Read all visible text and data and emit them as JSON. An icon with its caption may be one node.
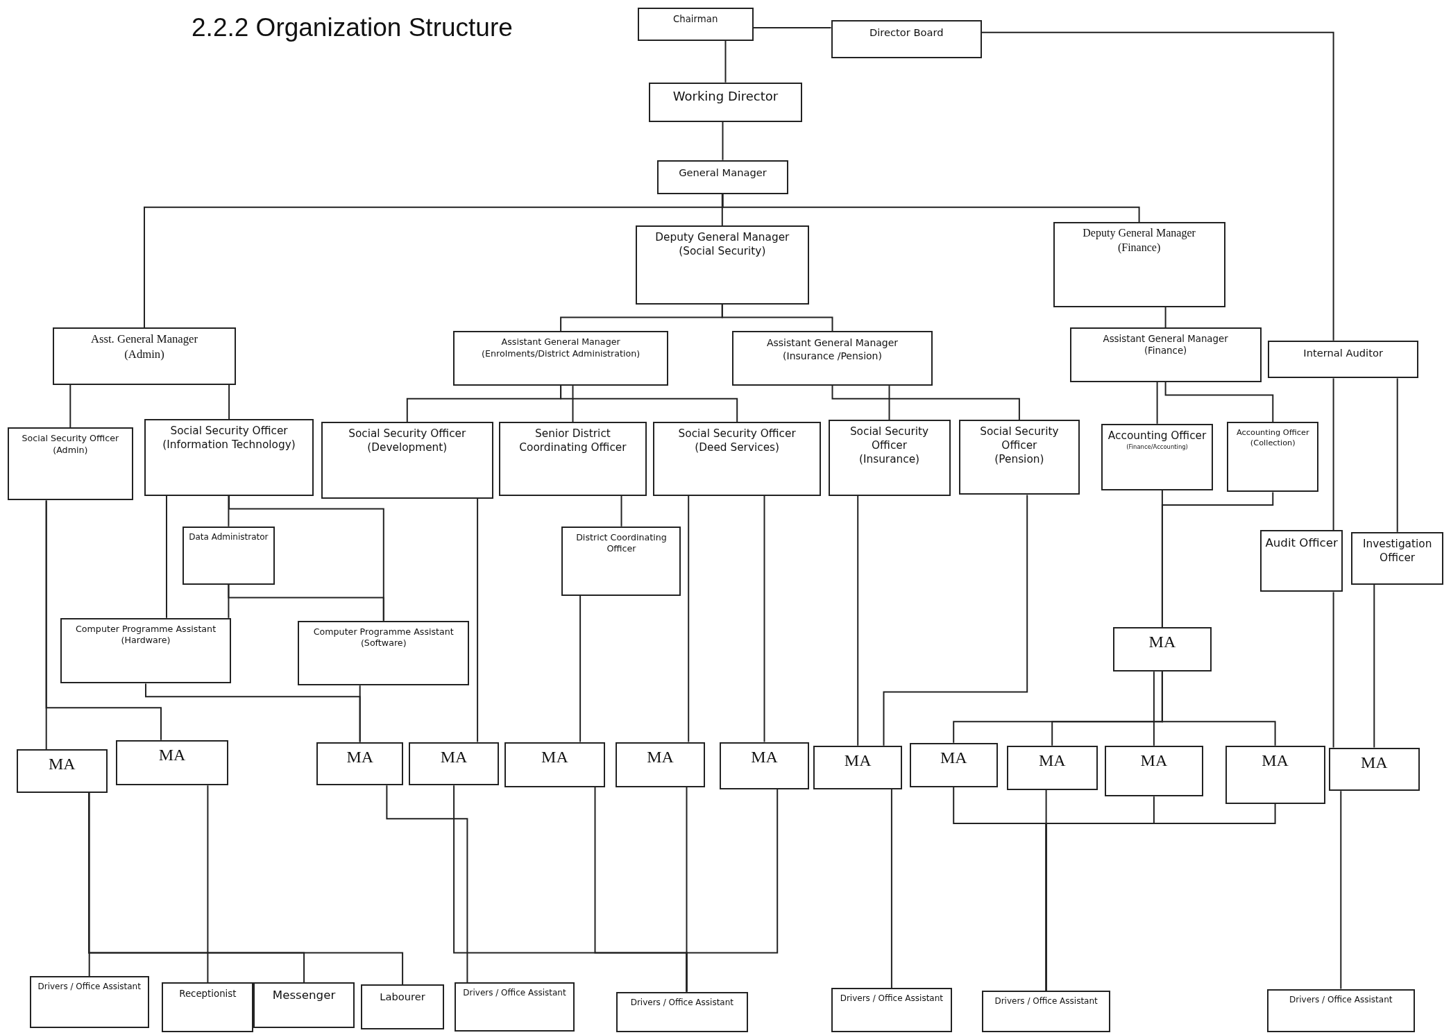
{
  "diagram": {
    "title": "2.2.2  Organization Structure",
    "nodes": [
      {
        "text": [
          "Chairman"
        ]
      },
      {
        "text": [
          "Director Board"
        ]
      },
      {
        "text": [
          "Working Director"
        ]
      },
      {
        "text": [
          "General Manager"
        ]
      },
      {
        "text": [
          "Deputy General Manager",
          "(Social Security)"
        ]
      },
      {
        "text": [
          "Deputy General Manager",
          "(Finance)"
        ]
      },
      {
        "text": [
          "Asst. General Manager",
          "(Admin)"
        ]
      },
      {
        "text": [
          "Assistant General Manager",
          "(Enrolments/District Administration)"
        ]
      },
      {
        "text": [
          "Assistant General Manager",
          "(Insurance /Pension)"
        ]
      },
      {
        "text": [
          "Assistant General Manager",
          "(Finance)"
        ]
      },
      {
        "text": [
          "Internal Auditor"
        ]
      },
      {
        "text": [
          "Social Security Officer",
          "(Admin)"
        ]
      },
      {
        "text": [
          "Social Security Officer",
          "(Information Technology)"
        ]
      },
      {
        "text": [
          "Data Administrator"
        ]
      },
      {
        "text": [
          "Computer Programme Assistant",
          "(Hardware)"
        ]
      },
      {
        "text": [
          "Computer Programme Assistant",
          "(Software)"
        ]
      },
      {
        "text": [
          "Social Security Officer",
          "(Development)"
        ]
      },
      {
        "text": [
          "Senior District Coordinating Officer"
        ]
      },
      {
        "text": [
          "District Coordinating Officer"
        ]
      },
      {
        "text": [
          "Social Security Officer",
          "(Deed Services)"
        ]
      },
      {
        "text": [
          "Social Security Officer",
          "(Insurance)"
        ]
      },
      {
        "text": [
          "Social Security Officer",
          "(Pension)"
        ]
      },
      {
        "text": [
          "Accounting Officer",
          "(Finance/Accounting)"
        ]
      },
      {
        "text": [
          "Accounting Officer",
          "(Collection)"
        ]
      },
      {
        "text": [
          "Audit Officer"
        ]
      },
      {
        "text": [
          "Investigation Officer"
        ]
      },
      {
        "text": [
          "MA"
        ]
      },
      {
        "text": [
          "MA"
        ]
      },
      {
        "text": [
          "MA"
        ]
      },
      {
        "text": [
          "MA"
        ]
      },
      {
        "text": [
          "MA"
        ]
      },
      {
        "text": [
          "MA"
        ]
      },
      {
        "text": [
          "MA"
        ]
      },
      {
        "text": [
          "MA"
        ]
      },
      {
        "text": [
          "MA"
        ]
      },
      {
        "text": [
          "MA"
        ]
      },
      {
        "text": [
          "MA"
        ]
      },
      {
        "text": [
          "MA"
        ]
      },
      {
        "text": [
          "MA"
        ]
      },
      {
        "text": [
          "MA"
        ]
      },
      {
        "text": [
          "Drivers / Office Assistant"
        ]
      },
      {
        "text": [
          "Receptionist"
        ]
      },
      {
        "text": [
          "Messenger"
        ]
      },
      {
        "text": [
          "Labourer"
        ]
      },
      {
        "text": [
          "Drivers / Office Assistant"
        ]
      },
      {
        "text": [
          "Drivers / Office Assistant"
        ]
      },
      {
        "text": [
          "Drivers / Office Assistant"
        ]
      },
      {
        "text": [
          "Drivers / Office Assistant"
        ]
      },
      {
        "text": [
          "Drivers / Office Assistant"
        ]
      }
    ],
    "edges": [
      {
        "from": 0,
        "to": 1,
        "arrow": "none"
      },
      {
        "from": 1,
        "to": 10,
        "arrow": "none"
      },
      {
        "from": 0,
        "to": 2,
        "arrow": "none"
      },
      {
        "from": 2,
        "to": 3,
        "arrow": "none"
      },
      {
        "from": 3,
        "to": 6,
        "arrow": "none"
      },
      {
        "from": 3,
        "to": 4,
        "arrow": "none"
      },
      {
        "from": 3,
        "to": 5,
        "arrow": "none"
      },
      {
        "from": 4,
        "to": 7,
        "arrow": "none"
      },
      {
        "from": 4,
        "to": 8,
        "arrow": "none"
      },
      {
        "from": 5,
        "to": 9,
        "arrow": "none"
      },
      {
        "from": 6,
        "to": 11,
        "arrow": "none"
      },
      {
        "from": 6,
        "to": 12,
        "arrow": "none"
      },
      {
        "from": 7,
        "to": 16,
        "arrow": "none"
      },
      {
        "from": 7,
        "to": 17,
        "arrow": "none"
      },
      {
        "from": 7,
        "to": 19,
        "arrow": "none"
      },
      {
        "from": 8,
        "to": 20,
        "arrow": "none"
      },
      {
        "from": 8,
        "to": 21,
        "arrow": "none"
      },
      {
        "from": 9,
        "to": 22,
        "arrow": "none"
      },
      {
        "from": 9,
        "to": 23,
        "arrow": "none"
      },
      {
        "from": 10,
        "to": 24,
        "arrow": "none"
      },
      {
        "from": 10,
        "to": 25,
        "arrow": "none"
      },
      {
        "from": 12,
        "to": 13,
        "arrow": "none"
      },
      {
        "from": 12,
        "to": 14,
        "arrow": "none"
      },
      {
        "from": 12,
        "to": 15,
        "arrow": "none"
      },
      {
        "from": 13,
        "to": 14,
        "arrow": "none"
      },
      {
        "from": 13,
        "to": 15,
        "arrow": "none"
      },
      {
        "from": 17,
        "to": 18,
        "arrow": "none"
      },
      {
        "from": 16,
        "to": 30,
        "arrow": "none"
      },
      {
        "from": 11,
        "to": 27,
        "arrow": "none"
      },
      {
        "from": 11,
        "to": 28,
        "arrow": "none"
      },
      {
        "from": 14,
        "to": 29,
        "arrow": "none"
      },
      {
        "from": 15,
        "to": 29,
        "arrow": "none"
      },
      {
        "from": 18,
        "to": 31,
        "arrow": "none"
      },
      {
        "from": 19,
        "to": 32,
        "arrow": "none"
      },
      {
        "from": 19,
        "to": 33,
        "arrow": "none"
      },
      {
        "from": 20,
        "to": 34,
        "arrow": "none"
      },
      {
        "from": 21,
        "to": 34,
        "arrow": "none"
      },
      {
        "from": 22,
        "to": 26,
        "arrow": "none"
      },
      {
        "from": 23,
        "to": 26,
        "arrow": "none"
      },
      {
        "from": 26,
        "to": 35,
        "arrow": "none"
      },
      {
        "from": 26,
        "to": 36,
        "arrow": "none"
      },
      {
        "from": 26,
        "to": 37,
        "arrow": "none"
      },
      {
        "from": 26,
        "to": 38,
        "arrow": "none"
      },
      {
        "from": 24,
        "to": 39,
        "arrow": "none"
      },
      {
        "from": 25,
        "to": 39,
        "arrow": "none"
      },
      {
        "from": 27,
        "to": 40,
        "arrow": "none"
      },
      {
        "from": 27,
        "to": 42,
        "arrow": "none"
      },
      {
        "from": 27,
        "to": 43,
        "arrow": "none"
      },
      {
        "from": 28,
        "to": 41,
        "arrow": "none"
      },
      {
        "from": 29,
        "to": 44,
        "arrow": "none"
      },
      {
        "from": 30,
        "to": 45,
        "arrow": "none"
      },
      {
        "from": 31,
        "to": 45,
        "arrow": "none"
      },
      {
        "from": 32,
        "to": 45,
        "arrow": "none"
      },
      {
        "from": 33,
        "to": 45,
        "arrow": "none"
      },
      {
        "from": 34,
        "to": 46,
        "arrow": "none"
      },
      {
        "from": 35,
        "to": 47,
        "arrow": "none"
      },
      {
        "from": 36,
        "to": 47,
        "arrow": "none"
      },
      {
        "from": 37,
        "to": 47,
        "arrow": "none"
      },
      {
        "from": 38,
        "to": 47,
        "arrow": "none"
      },
      {
        "from": 39,
        "to": 48,
        "arrow": "none"
      }
    ]
  }
}
